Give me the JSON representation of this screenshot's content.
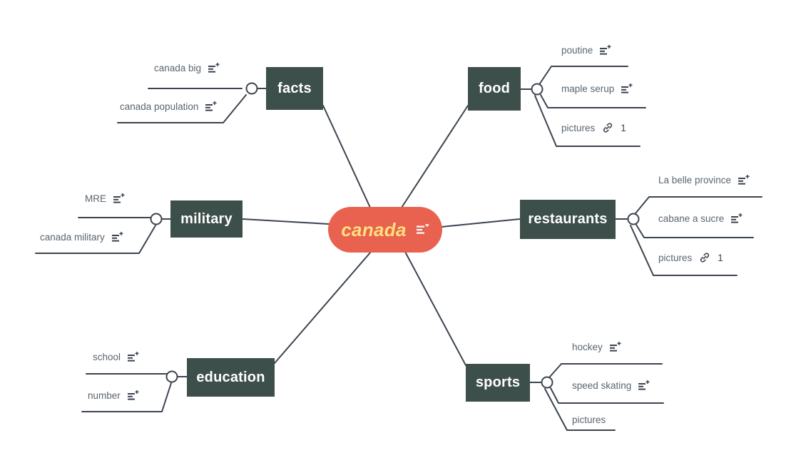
{
  "colors": {
    "root_fill": "#e9614f",
    "root_text": "#ffdf7e",
    "node_fill": "#3d4f4a",
    "node_text": "#ffffff",
    "edge": "#3c4450",
    "leaf_text": "#5a6570",
    "background": "#ffffff"
  },
  "root": {
    "label": "canada",
    "note_icon": "note-add-icon"
  },
  "branches": [
    {
      "id": "facts",
      "label": "facts",
      "leaves": [
        {
          "label": "canada big",
          "icon": "note-add-icon",
          "count": ""
        },
        {
          "label": "canada population",
          "icon": "note-add-icon",
          "count": ""
        }
      ]
    },
    {
      "id": "food",
      "label": "food",
      "leaves": [
        {
          "label": "poutine",
          "icon": "note-add-icon",
          "count": ""
        },
        {
          "label": "maple serup",
          "icon": "note-add-icon",
          "count": ""
        },
        {
          "label": "pictures",
          "icon": "link-icon",
          "count": "1"
        }
      ]
    },
    {
      "id": "military",
      "label": "military",
      "leaves": [
        {
          "label": "MRE",
          "icon": "note-add-icon",
          "count": ""
        },
        {
          "label": "canada military",
          "icon": "note-add-icon",
          "count": ""
        }
      ]
    },
    {
      "id": "restaurants",
      "label": "restaurants",
      "leaves": [
        {
          "label": "La belle province",
          "icon": "note-add-icon",
          "count": ""
        },
        {
          "label": "cabane a sucre",
          "icon": "note-add-icon",
          "count": ""
        },
        {
          "label": "pictures",
          "icon": "link-icon",
          "count": "1"
        }
      ]
    },
    {
      "id": "education",
      "label": "education",
      "leaves": [
        {
          "label": "school",
          "icon": "note-add-icon",
          "count": ""
        },
        {
          "label": "number",
          "icon": "note-add-icon",
          "count": ""
        }
      ]
    },
    {
      "id": "sports",
      "label": "sports",
      "leaves": [
        {
          "label": "hockey",
          "icon": "note-add-icon",
          "count": ""
        },
        {
          "label": "speed skating",
          "icon": "note-add-icon",
          "count": ""
        },
        {
          "label": "pictures",
          "icon": "",
          "count": ""
        }
      ]
    }
  ]
}
